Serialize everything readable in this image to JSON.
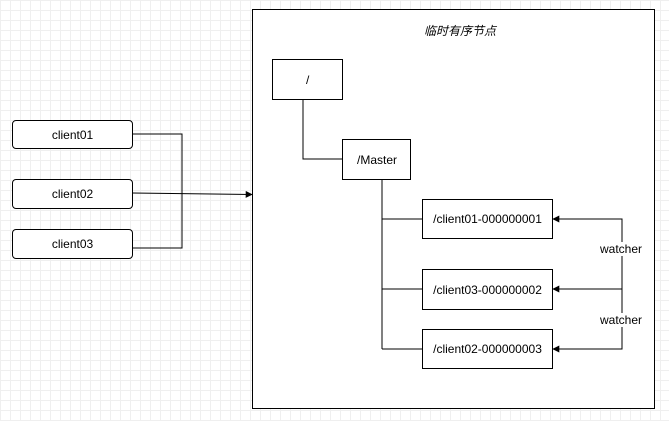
{
  "container": {
    "title": "临时有序节点"
  },
  "nodes": {
    "root": "/",
    "master": "/Master",
    "seq1": "/client01-000000001",
    "seq2": "/client03-000000002",
    "seq3": "/client02-000000003"
  },
  "clients": [
    "client01",
    "client02",
    "client03"
  ],
  "watchers": [
    "watcher",
    "watcher"
  ]
}
